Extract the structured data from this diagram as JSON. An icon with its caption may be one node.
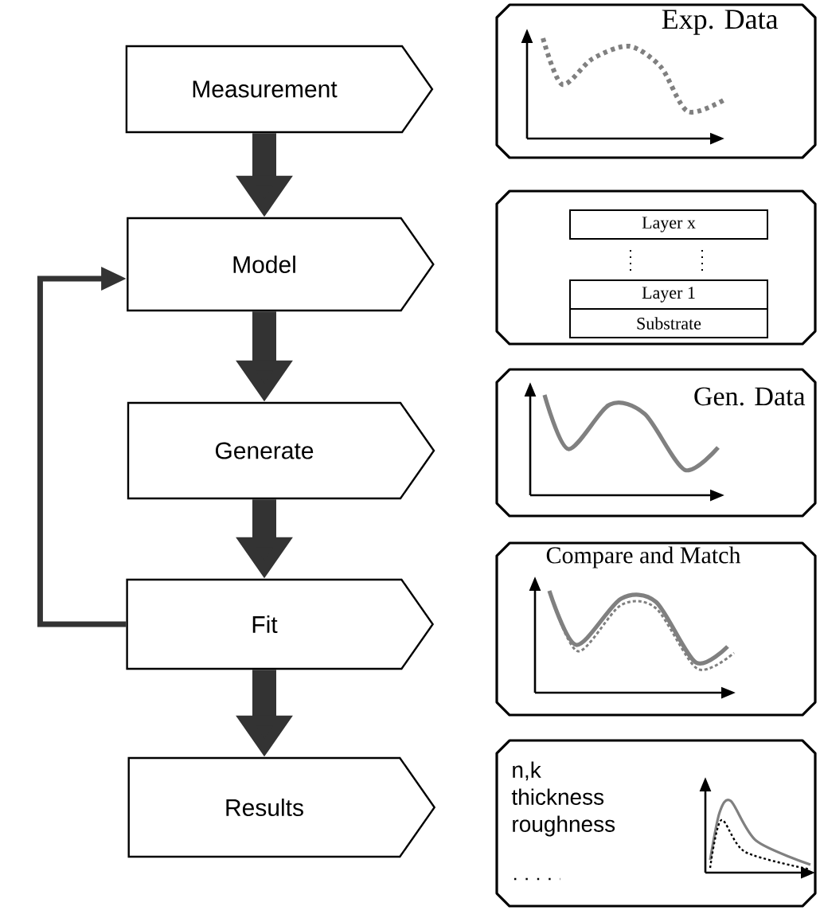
{
  "diagram": {
    "nodes": [
      {
        "text": [
          "Measurement"
        ]
      },
      {
        "text": [
          "Exp. Data"
        ]
      },
      {
        "text": [
          "Model"
        ]
      },
      {
        "text": [],
        "shape": "box"
      },
      {
        "text": [
          "Layer x"
        ],
        "in": 3
      },
      {
        "text": [
          "Layer 1"
        ],
        "in": 3
      },
      {
        "text": [
          "Substrate"
        ],
        "in": 3
      },
      {
        "text": [
          "Generate"
        ]
      },
      {
        "text": [
          "Gen. Data"
        ]
      },
      {
        "text": [
          "Fit"
        ]
      },
      {
        "text": [
          "Compare and Match"
        ]
      },
      {
        "text": [
          "Results"
        ]
      },
      {
        "text": [
          "n,k thickness roughness"
        ]
      }
    ],
    "edges": [
      {
        "from": 0,
        "to": 2,
        "arrow": "to"
      },
      {
        "from": 2,
        "to": 7,
        "arrow": "to"
      },
      {
        "from": 7,
        "to": 9,
        "arrow": "to"
      },
      {
        "from": 9,
        "to": 11,
        "arrow": "to"
      },
      {
        "from": 9,
        "to": 2,
        "arrow": "to"
      }
    ]
  }
}
